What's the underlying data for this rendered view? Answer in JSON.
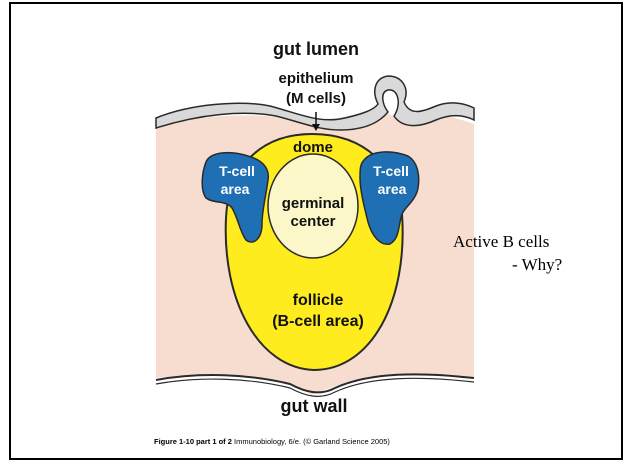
{
  "diagram": {
    "labels": {
      "gut_lumen": "gut lumen",
      "epithelium_line1": "epithelium",
      "epithelium_line2": "(M cells)",
      "dome": "dome",
      "tcell_left_line1": "T-cell",
      "tcell_left_line2": "area",
      "tcell_right_line1": "T-cell",
      "tcell_right_line2": "area",
      "germinal_line1": "germinal",
      "germinal_line2": "center",
      "follicle_line1": "follicle",
      "follicle_line2": "(B-cell area)",
      "gut_wall": "gut wall"
    },
    "colors": {
      "tissue": "#f7ddd0",
      "epithelium": "#d9d9d9",
      "follicle": "#ffec1f",
      "germinal_center": "#fbf7c8",
      "tcell_area": "#1f6fb5",
      "outline": "#2a2a2a"
    }
  },
  "annotation": {
    "line1": "Active B cells",
    "line2": "- Why?"
  },
  "caption": {
    "figure": "Figure 1-10 part 1 of 2",
    "rest": " Immunobiology, 6/e. (© Garland Science 2005)"
  }
}
